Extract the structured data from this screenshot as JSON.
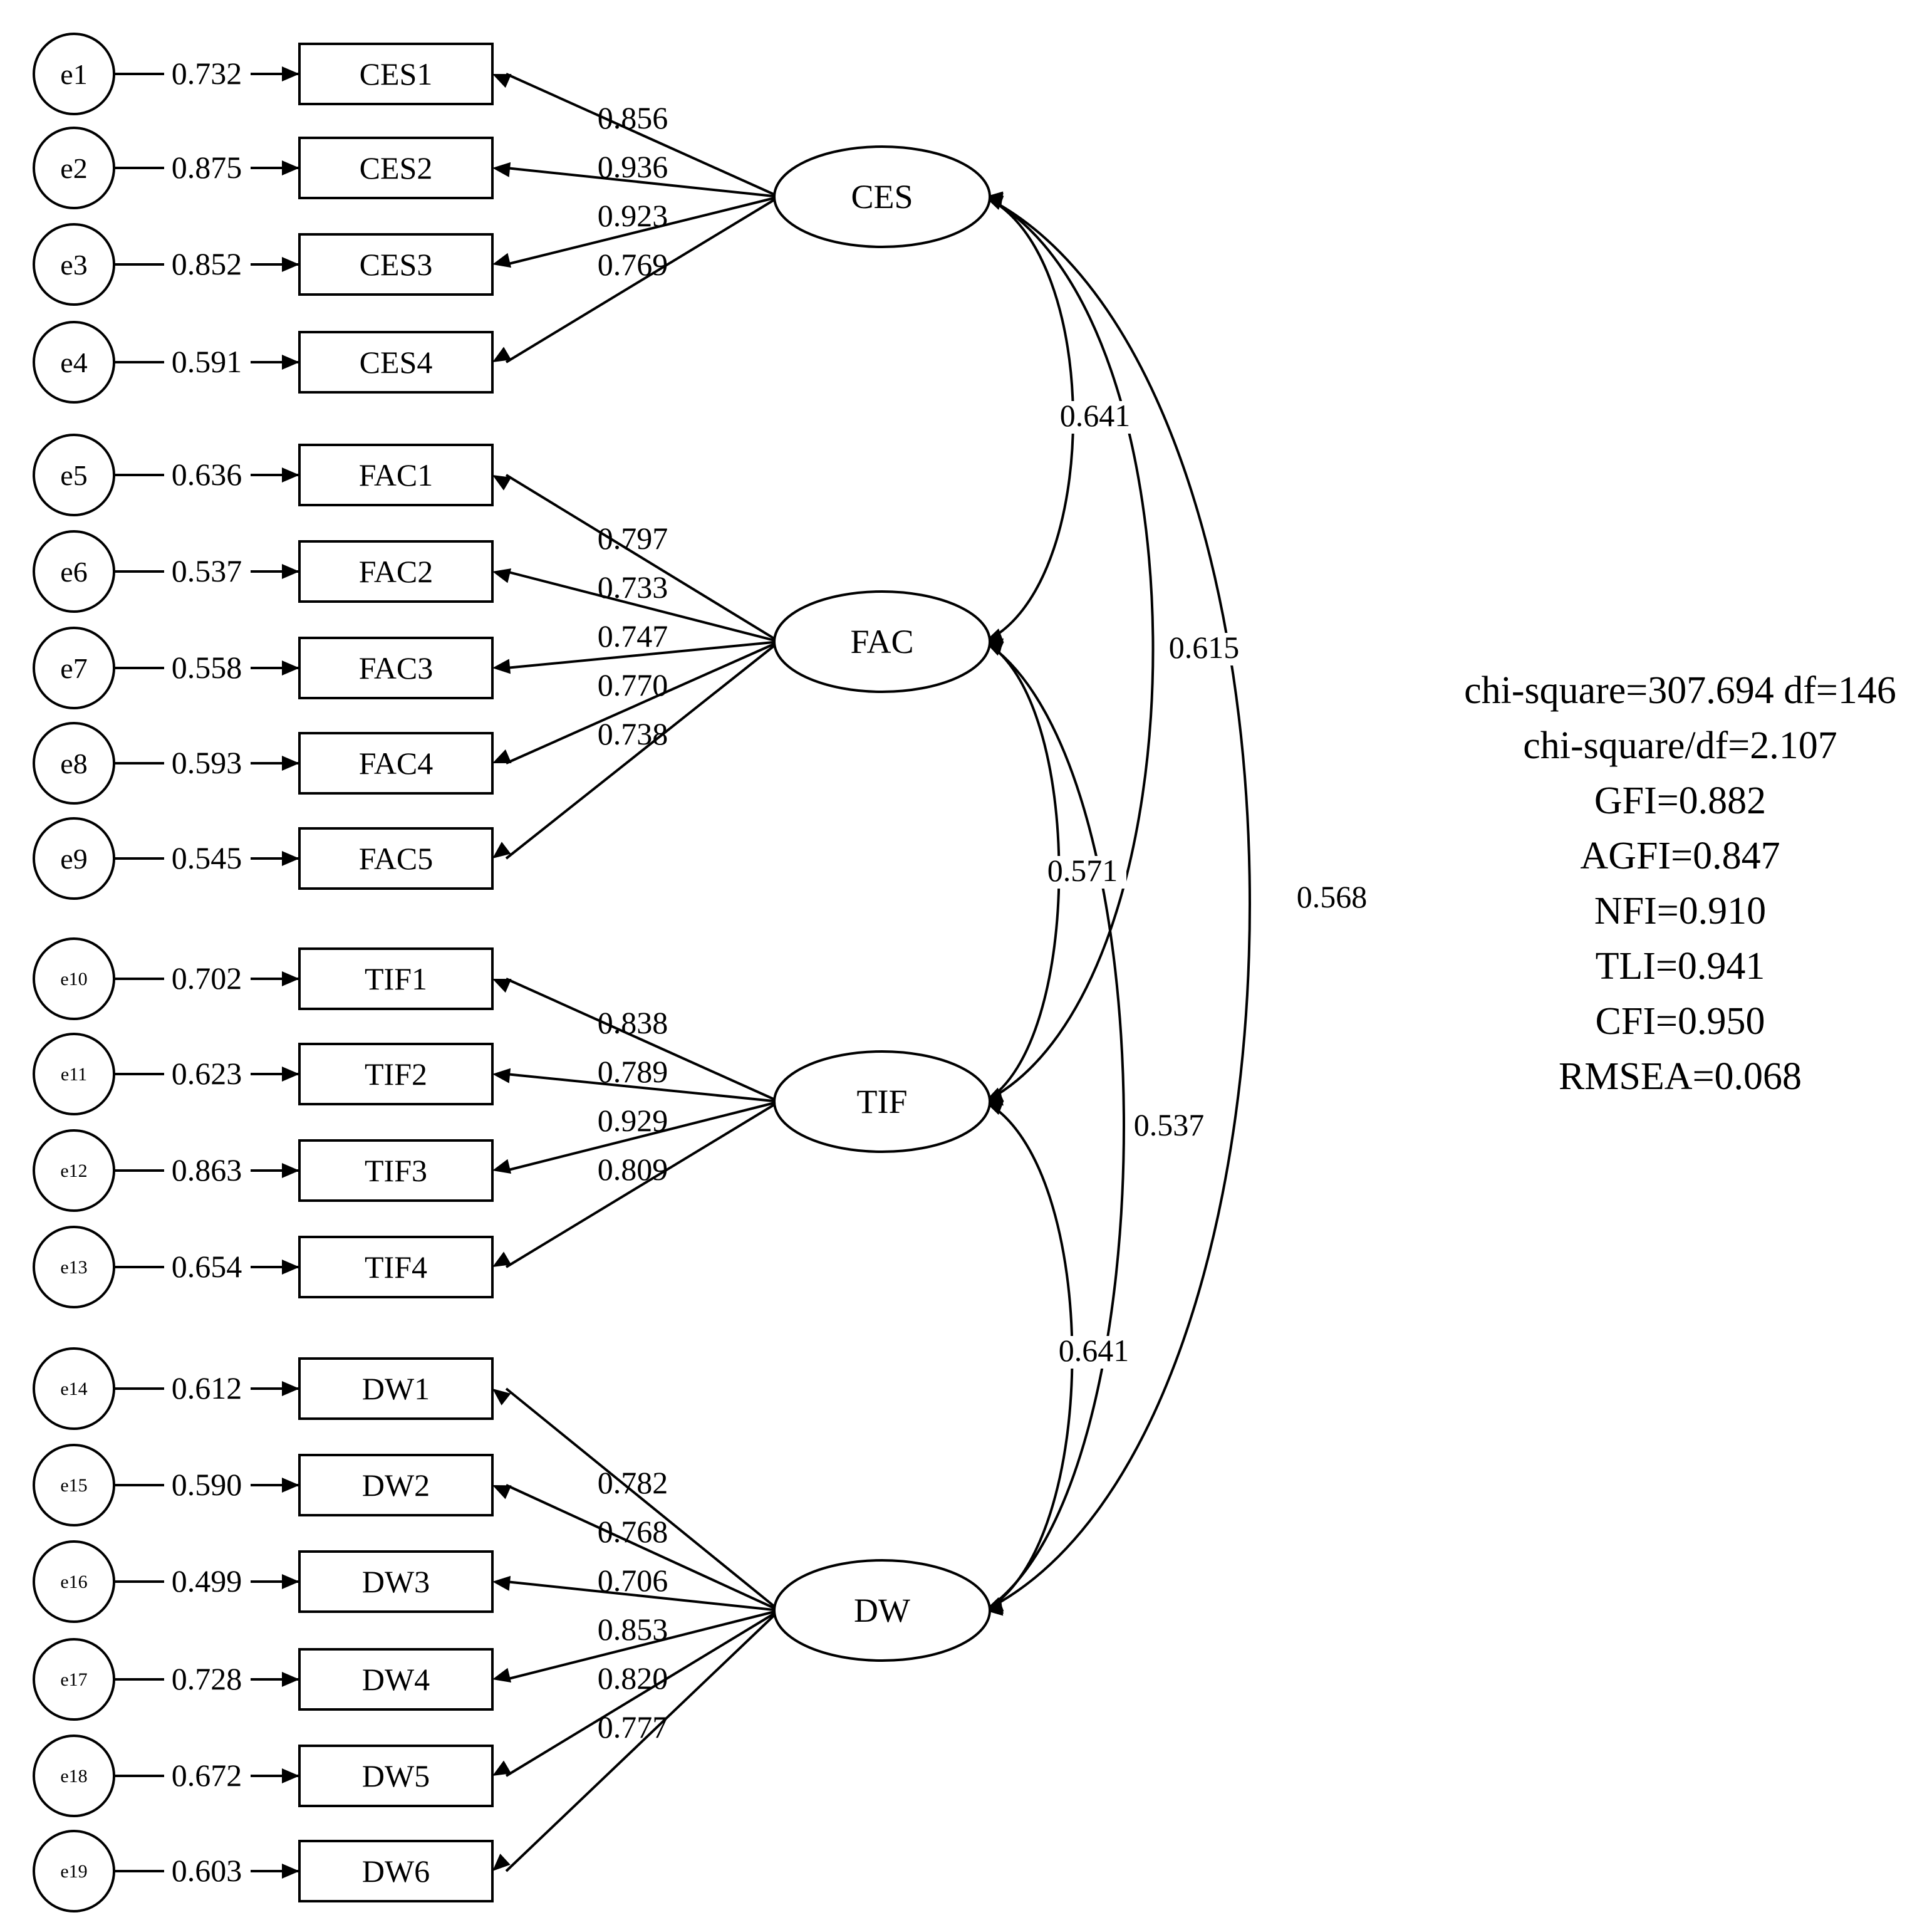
{
  "latents": [
    {
      "label": "CES",
      "indicators": [
        {
          "error": "e1",
          "error_weight": "0.732",
          "name": "CES1",
          "loading": "0.856"
        },
        {
          "error": "e2",
          "error_weight": "0.875",
          "name": "CES2",
          "loading": "0.936"
        },
        {
          "error": "e3",
          "error_weight": "0.852",
          "name": "CES3",
          "loading": "0.923"
        },
        {
          "error": "e4",
          "error_weight": "0.591",
          "name": "CES4",
          "loading": "0.769"
        }
      ]
    },
    {
      "label": "FAC",
      "indicators": [
        {
          "error": "e5",
          "error_weight": "0.636",
          "name": "FAC1",
          "loading": "0.797"
        },
        {
          "error": "e6",
          "error_weight": "0.537",
          "name": "FAC2",
          "loading": "0.733"
        },
        {
          "error": "e7",
          "error_weight": "0.558",
          "name": "FAC3",
          "loading": "0.747"
        },
        {
          "error": "e8",
          "error_weight": "0.593",
          "name": "FAC4",
          "loading": "0.770"
        },
        {
          "error": "e9",
          "error_weight": "0.545",
          "name": "FAC5",
          "loading": "0.738"
        }
      ]
    },
    {
      "label": "TIF",
      "indicators": [
        {
          "error": "e10",
          "error_weight": "0.702",
          "name": "TIF1",
          "loading": "0.838"
        },
        {
          "error": "e11",
          "error_weight": "0.623",
          "name": "TIF2",
          "loading": "0.789"
        },
        {
          "error": "e12",
          "error_weight": "0.863",
          "name": "TIF3",
          "loading": "0.929"
        },
        {
          "error": "e13",
          "error_weight": "0.654",
          "name": "TIF4",
          "loading": "0.809"
        }
      ]
    },
    {
      "label": "DW",
      "indicators": [
        {
          "error": "e14",
          "error_weight": "0.612",
          "name": "DW1",
          "loading": "0.782"
        },
        {
          "error": "e15",
          "error_weight": "0.590",
          "name": "DW2",
          "loading": "0.768"
        },
        {
          "error": "e16",
          "error_weight": "0.499",
          "name": "DW3",
          "loading": "0.706"
        },
        {
          "error": "e17",
          "error_weight": "0.728",
          "name": "DW4",
          "loading": "0.853"
        },
        {
          "error": "e18",
          "error_weight": "0.672",
          "name": "DW5",
          "loading": "0.820"
        },
        {
          "error": "e19",
          "error_weight": "0.603",
          "name": "DW6",
          "loading": "0.777"
        }
      ]
    }
  ],
  "correlations": [
    {
      "from": "CES",
      "to": "FAC",
      "value": "0.641"
    },
    {
      "from": "CES",
      "to": "TIF",
      "value": "0.615"
    },
    {
      "from": "CES",
      "to": "DW",
      "value": "0.568"
    },
    {
      "from": "FAC",
      "to": "TIF",
      "value": "0.571"
    },
    {
      "from": "FAC",
      "to": "DW",
      "value": "0.537"
    },
    {
      "from": "TIF",
      "to": "DW",
      "value": "0.641"
    }
  ],
  "fit_indices": [
    "chi-square=307.694 df=146",
    "chi-square/df=2.107",
    "GFI=0.882",
    "AGFI=0.847",
    "NFI=0.910",
    "TLI=0.941",
    "CFI=0.950",
    "RMSEA=0.068"
  ]
}
